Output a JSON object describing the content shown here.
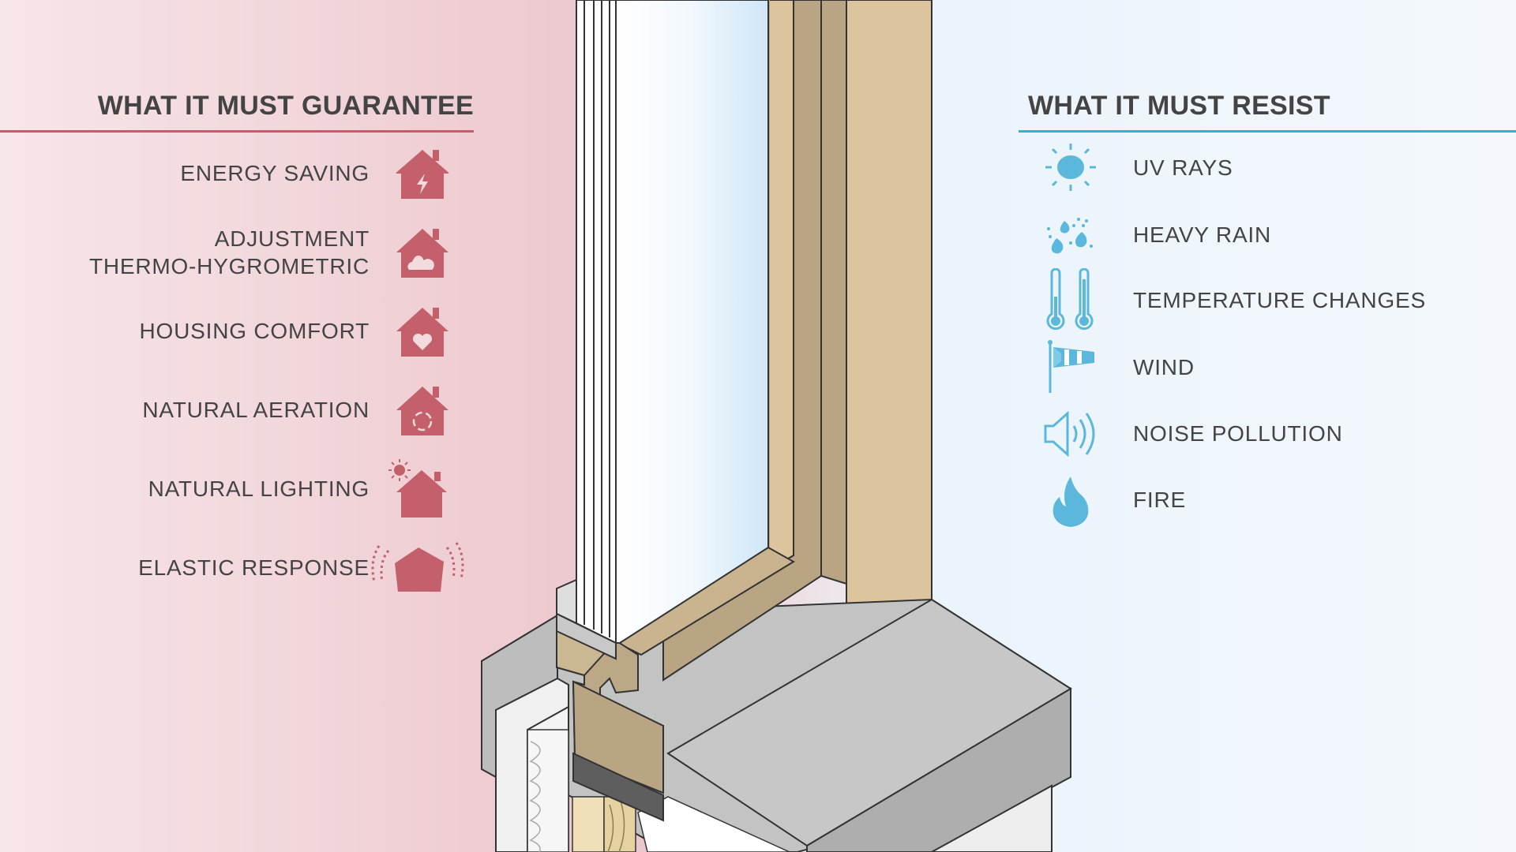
{
  "left_panel": {
    "title": "WHAT IT MUST GUARANTEE",
    "accent": "#c85b68",
    "items": [
      {
        "label": "ENERGY SAVING",
        "icon": "house-lightning-icon"
      },
      {
        "label_line1": "ADJUSTMENT",
        "label_line2": "THERMO-HYGROMETRIC",
        "icon": "house-cloud-icon"
      },
      {
        "label": "HOUSING COMFORT",
        "icon": "house-heart-icon"
      },
      {
        "label": "NATURAL AERATION",
        "icon": "house-cycle-icon"
      },
      {
        "label": "NATURAL LIGHTING",
        "icon": "house-sun-icon"
      },
      {
        "label": "ELASTIC RESPONSE",
        "icon": "house-vibration-icon"
      }
    ]
  },
  "right_panel": {
    "title": "WHAT IT MUST RESIST",
    "accent": "#2fb0d6",
    "items": [
      {
        "label": "UV RAYS",
        "icon": "sun-icon"
      },
      {
        "label": "HEAVY RAIN",
        "icon": "rain-drops-icon"
      },
      {
        "label": "TEMPERATURE CHANGES",
        "icon": "thermometers-icon"
      },
      {
        "label": "WIND",
        "icon": "windsock-icon"
      },
      {
        "label": "NOISE POLLUTION",
        "icon": "speaker-icon"
      },
      {
        "label": "FIRE",
        "icon": "flame-icon"
      }
    ]
  },
  "colors": {
    "guarantee_icon": "#c4606b",
    "resist_icon": "#5bb8dc",
    "frame_wood": "#dcc59c",
    "frame_dark": "#b9a584",
    "sill_grey": "#c6c6c6",
    "text": "#444444"
  }
}
